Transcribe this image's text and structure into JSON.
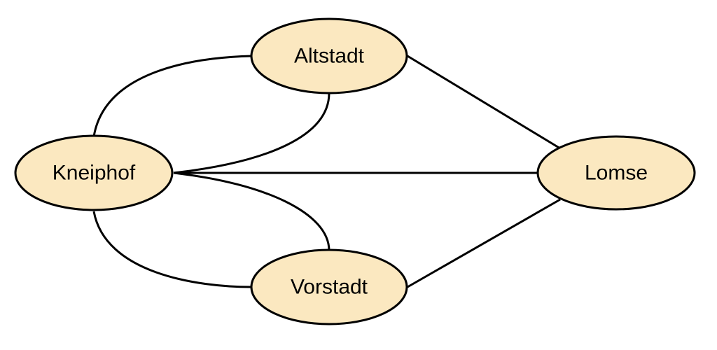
{
  "diagram": {
    "type": "graph",
    "colors": {
      "node_fill": "#fbe8c0",
      "node_stroke": "#000000",
      "edge": "#000000",
      "background": "#ffffff"
    },
    "nodes": [
      {
        "id": "altstadt",
        "label": "Altstadt"
      },
      {
        "id": "kneiphof",
        "label": "Kneiphof"
      },
      {
        "id": "lomse",
        "label": "Lomse"
      },
      {
        "id": "vorstadt",
        "label": "Vorstadt"
      }
    ],
    "edges": [
      {
        "from": "kneiphof",
        "to": "altstadt"
      },
      {
        "from": "kneiphof",
        "to": "altstadt"
      },
      {
        "from": "kneiphof",
        "to": "lomse"
      },
      {
        "from": "kneiphof",
        "to": "vorstadt"
      },
      {
        "from": "kneiphof",
        "to": "vorstadt"
      },
      {
        "from": "altstadt",
        "to": "lomse"
      },
      {
        "from": "vorstadt",
        "to": "lomse"
      }
    ]
  }
}
